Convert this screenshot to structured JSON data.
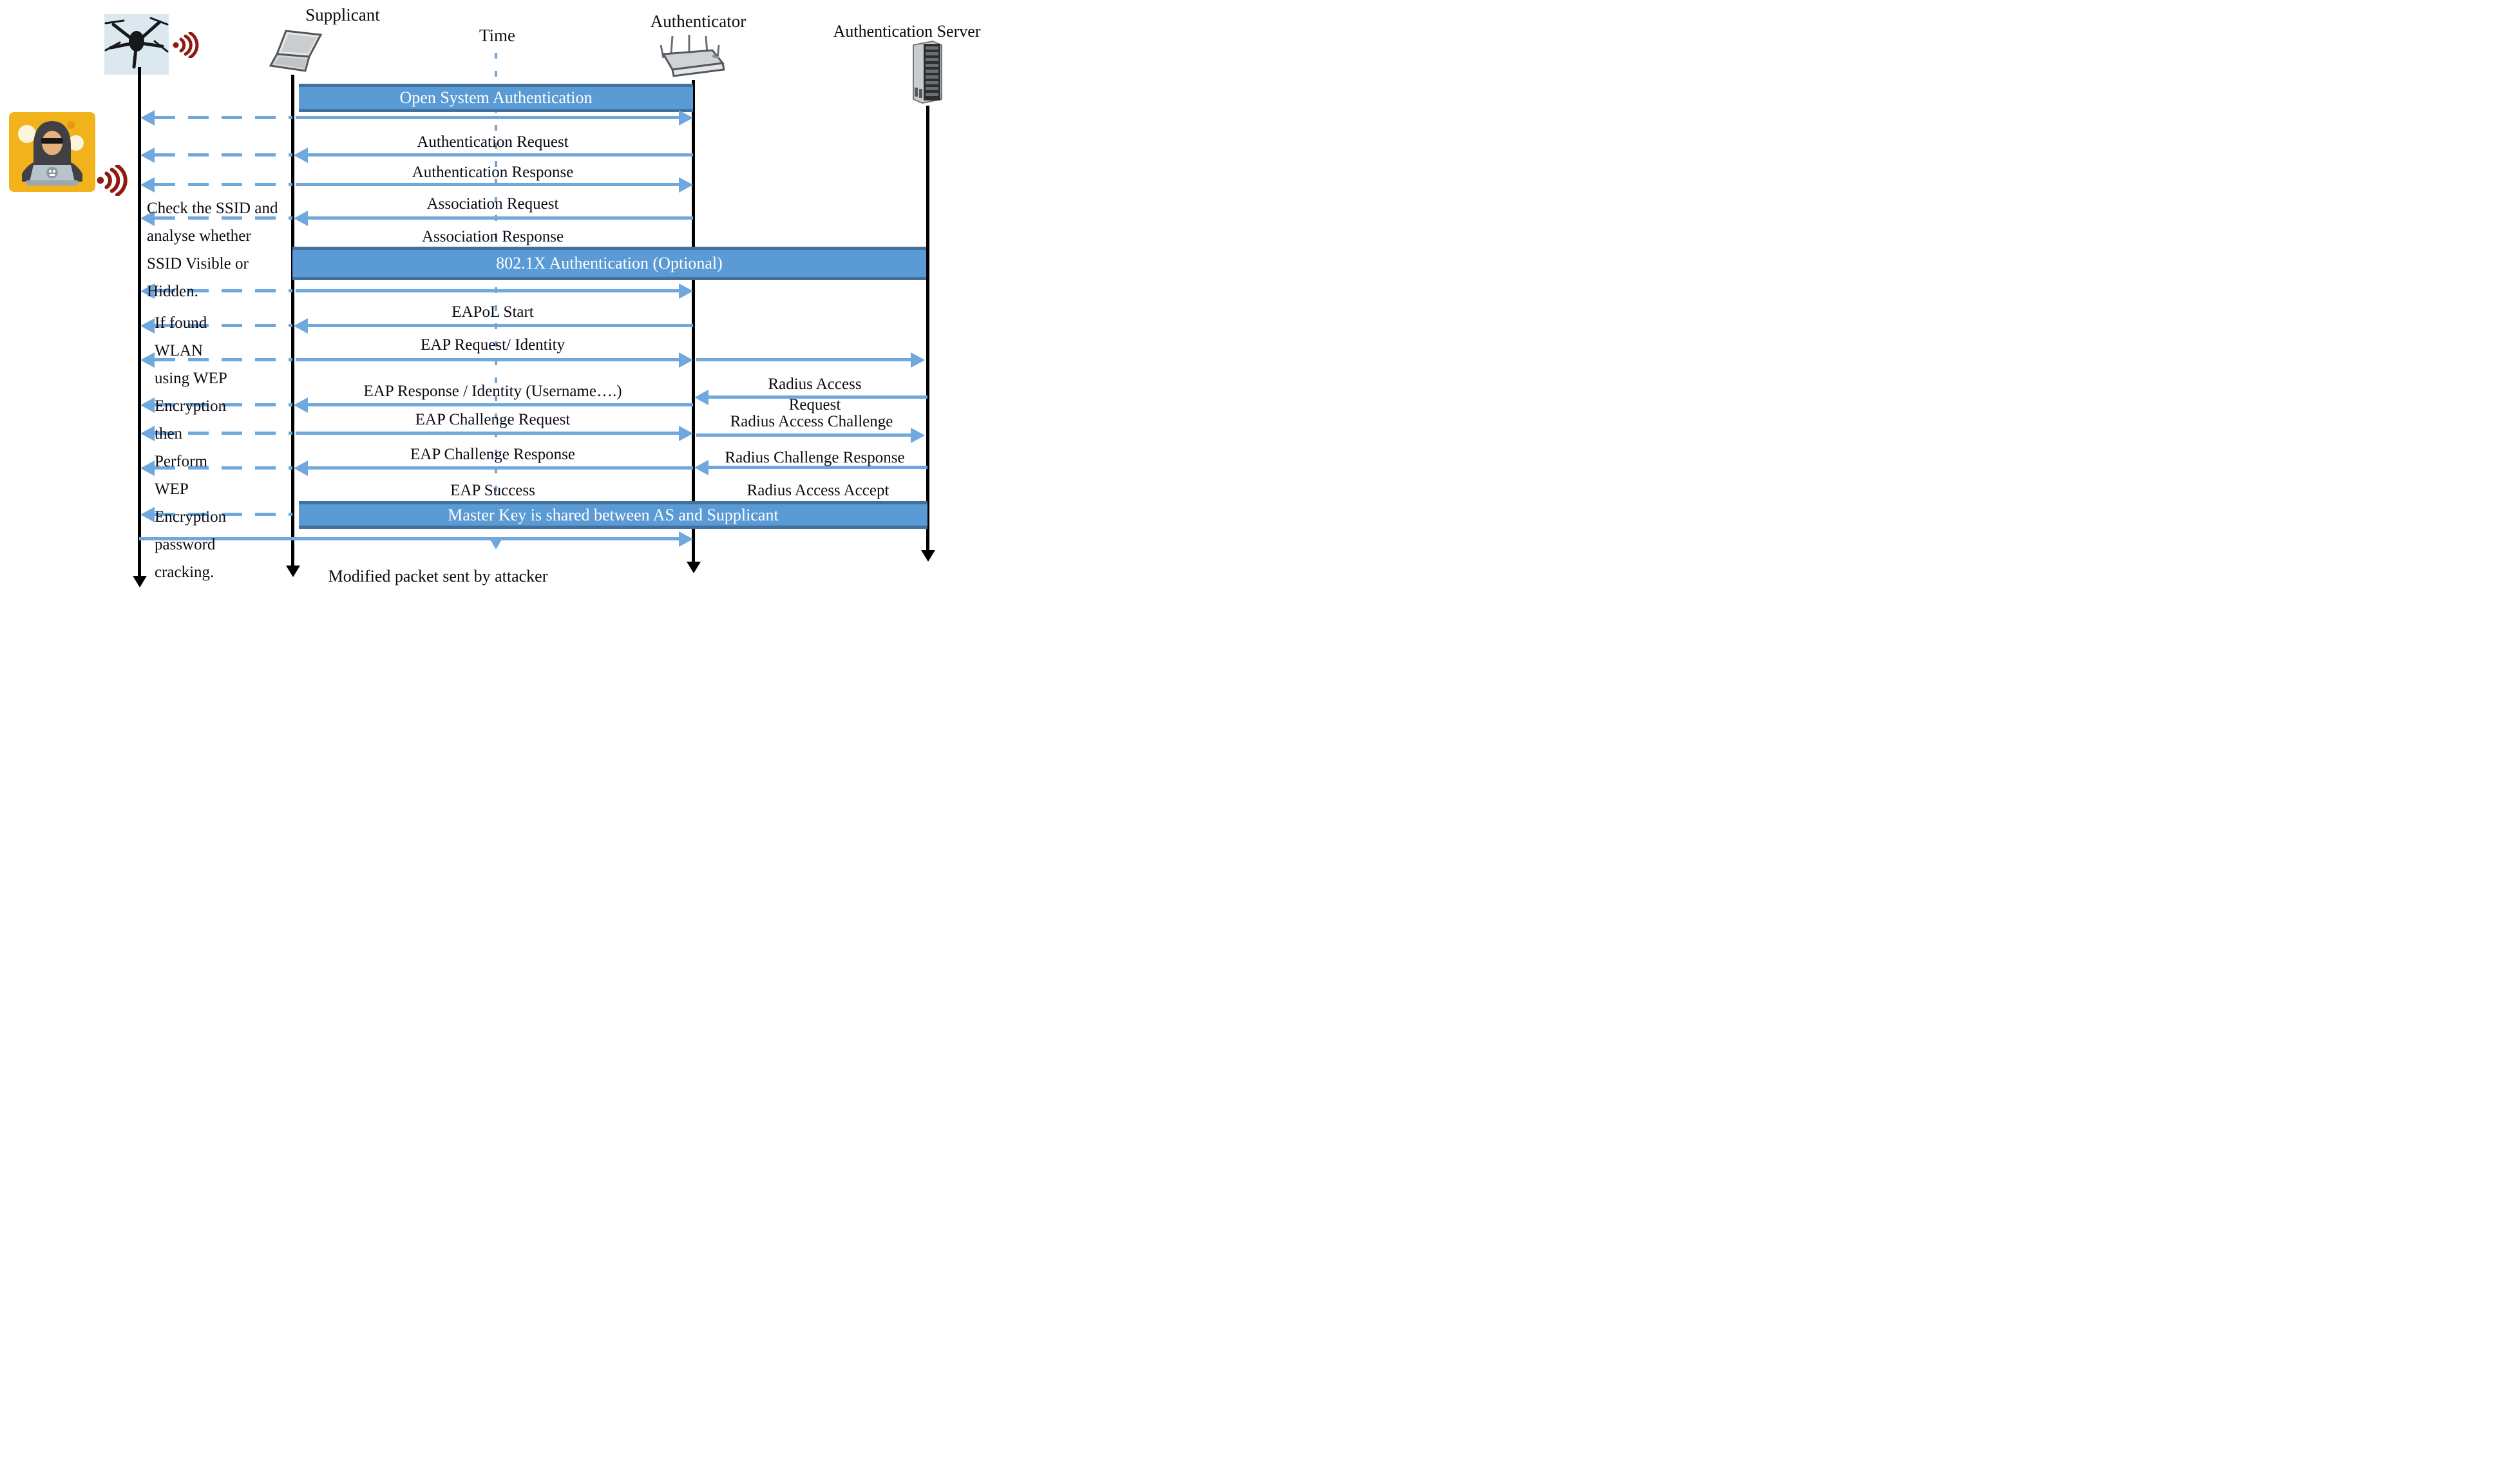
{
  "actors": {
    "supplicant": "Supplicant",
    "time": "Time",
    "authenticator": "Authenticator",
    "auth_server": "Authentication Server"
  },
  "banners": {
    "open_system": "Open System Authentication",
    "dot1x": "802.1X Authentication (Optional)",
    "master_key": "Master Key is shared between AS and Supplicant"
  },
  "messages": {
    "auth_request": "Authentication Request",
    "auth_response": "Authentication Response",
    "assoc_request": "Association Request",
    "assoc_response": "Association Response",
    "eapol_start": "EAPoL Start",
    "eap_request_identity": "EAP Request/ Identity",
    "eap_response_identity": "EAP Response / Identity (Username….)",
    "eap_challenge_request": "EAP Challenge Request",
    "eap_challenge_response": "EAP Challenge Response",
    "eap_success": "EAP Success"
  },
  "radius": {
    "access_request_line1": "Radius Access",
    "access_request_line2": "Request",
    "access_challenge": "Radius Access Challenge",
    "challenge_response": "Radius Challenge Response",
    "access_accept": "Radius Access Accept"
  },
  "notes": {
    "ssid_check": "Check the SSID and\nanalyse whether\nSSID Visible or\nHidden.",
    "wep_crack": "If  found\nWLAN\nusing WEP\nEncryption\nthen\nPerform\nWEP\nEncryption\npassword\ncracking."
  },
  "footer": {
    "modified_packet": "Modified packet sent by attacker"
  },
  "icons": {
    "drone": "drone-image",
    "wifi": "wifi-signal-icon",
    "hacker": "hacker-attacker-image",
    "laptop": "laptop-icon",
    "router": "router-icon",
    "server": "server-icon"
  },
  "colors": {
    "arrow_blue": "#6fa8dc",
    "banner_fill": "#5b9bd5",
    "banner_border": "#41719c",
    "wifi_red": "#8e1a10",
    "lifeline_black": "#000000"
  }
}
